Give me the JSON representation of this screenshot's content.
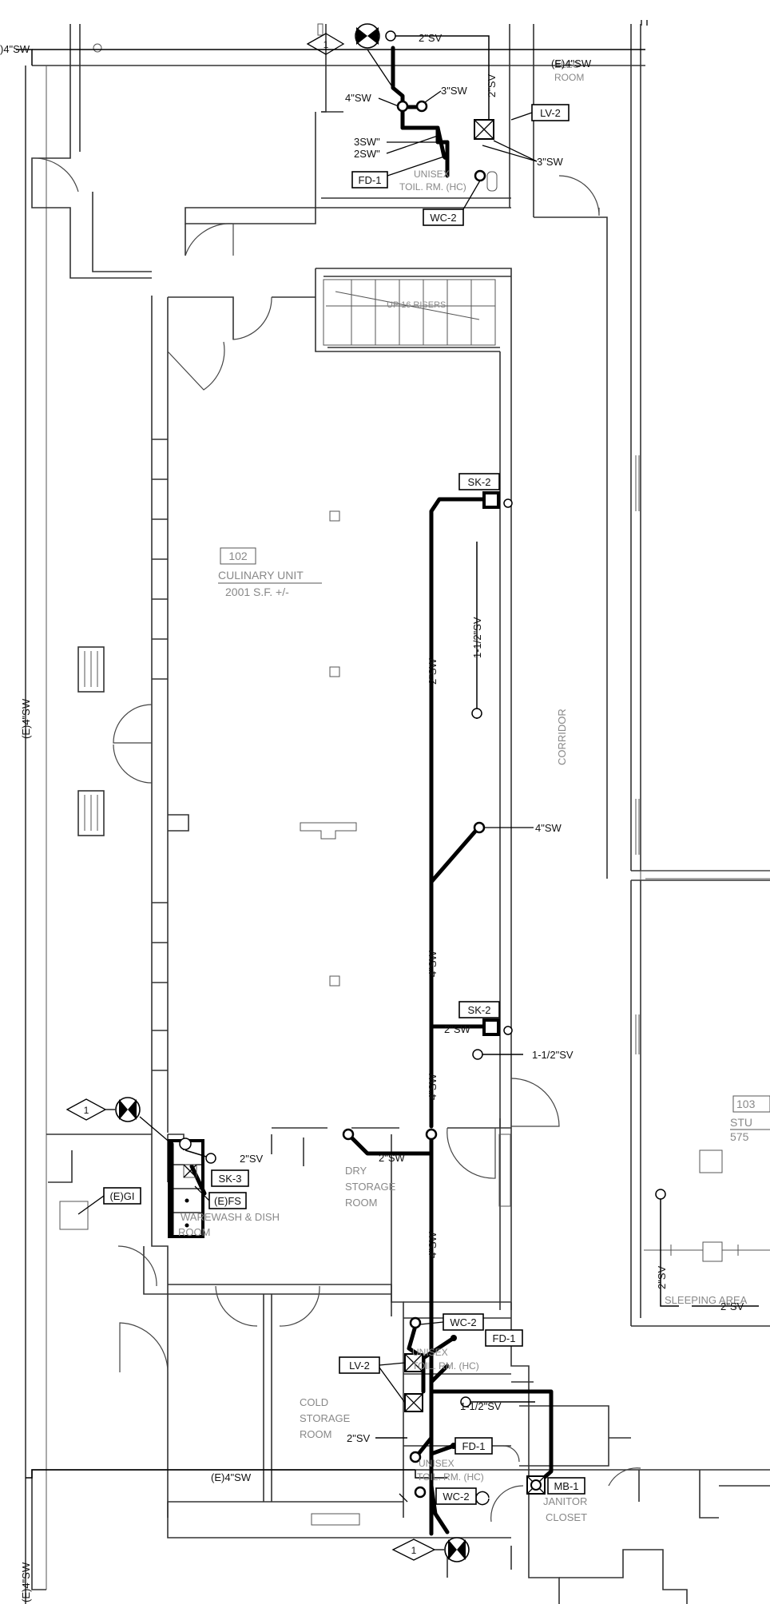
{
  "rooms": {
    "room_number_102": "102",
    "culinary_name": "CULINARY UNIT",
    "culinary_area": "2001 S.F. +/-",
    "corridor": "CORRIDOR",
    "dry_line1": "DRY",
    "dry_line2": "STORAGE",
    "dry_line3": "ROOM",
    "warewash_line1": "WAREWASH & DISH",
    "warewash_line2": "ROOM",
    "cold_line1": "COLD",
    "cold_line2": "STORAGE",
    "cold_line3": "ROOM",
    "unisex_top_line1": "UNISEX",
    "unisex_top_line2": "TOIL. RM. (HC)",
    "unisex_mid_line1": "UNISEX",
    "unisex_mid_line2": "TOIL. RM. (HC)",
    "unisex_bot_line1": "UNISEX",
    "unisex_bot_line2": "TOIL. RM. (HC)",
    "janitor_line1": "JANITOR",
    "janitor_line2": "CLOSET",
    "sleeping_area": "SLEEPING AREA",
    "stu_number": "103",
    "stu_name": "STU",
    "stu_area": "575",
    "stair_note": "UP 16 RISERS",
    "top_right_line1": "ELEC",
    "top_right_line2": "ROOM"
  },
  "fixture_tags": {
    "lv2_top": "LV-2",
    "fd1_top": "FD-1",
    "wc2_top": "WC-2",
    "sk2_upper": "SK-2",
    "sk2_lower": "SK-2",
    "sk3": "SK-3",
    "efs": "(E)FS",
    "egi": "(E)GI",
    "wc2_mid": "WC-2",
    "fd1_mid": "FD-1",
    "lv2_mid": "LV-2",
    "fd1_bot": "FD-1",
    "wc2_bot": "WC-2",
    "mb1": "MB-1"
  },
  "pipe_labels": {
    "e4sw_topleft": ")4\"SW",
    "e4sw_topright": "(E)4\"SW",
    "sv2_top": "2\"SV",
    "sv2_top_vertical": "2\"SV",
    "sw4_top": "4\"SW",
    "sw3_top": "3\"SW",
    "sw3_left": "3SW\"",
    "sw2_left": "2SW\"",
    "sw3_right": "3\"SW",
    "sv112_upper": "1-1/2\"SV",
    "sw2_main": "2\"SW",
    "sw4_branch": "4\"SW",
    "sw4_main1": "4\"SW",
    "sw2_sk2": "2\"SW",
    "sv112_lower": "1-1/2\"SV",
    "sw4_main2": "4\"SW",
    "sw2_dry": "2\"SW",
    "sv2_sk3": "2\"SV",
    "sw4_main3": "4\"SW",
    "sv112_bottom": "1-1/2\"SV",
    "sv2_cold": "2\"SV",
    "e4sw_bottom": "(E)4\"SW",
    "e4sw_leftvertical": "(E)4\"SW",
    "e4sw_bottomleft": "(E)4\"SW",
    "sv2_sleep_vertical": "2\"SV",
    "sv2_sleep": "2\"SV"
  },
  "callouts": {
    "top": "1",
    "left": "1",
    "bottom": "1"
  }
}
